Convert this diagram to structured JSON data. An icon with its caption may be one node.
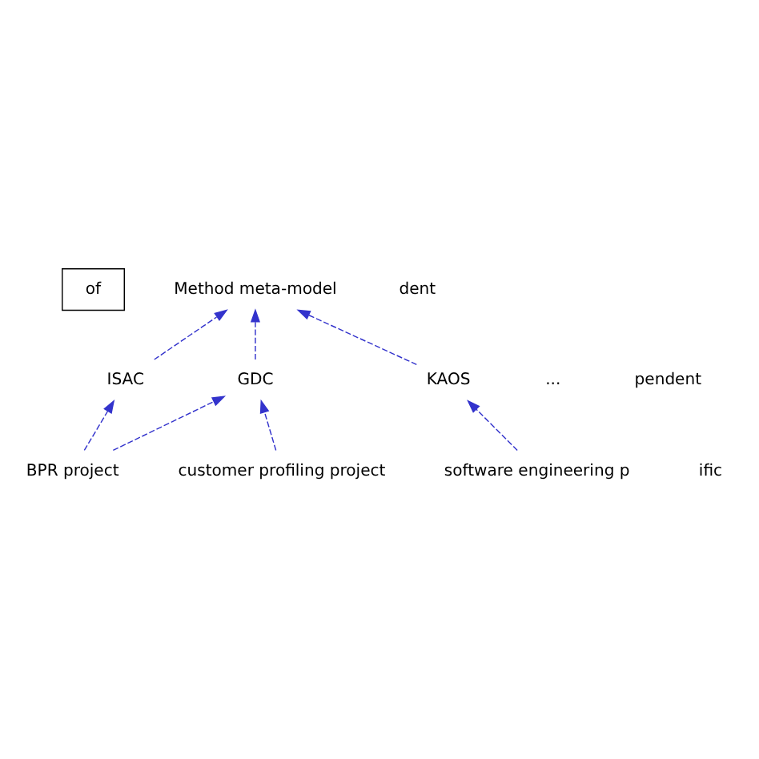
{
  "diagram": {
    "nodes": [
      {
        "text": [
          "of"
        ]
      },
      {
        "text": [
          "Method meta-model"
        ]
      },
      {
        "text": [
          "ISAC"
        ]
      },
      {
        "text": [
          "GDC"
        ]
      },
      {
        "text": [
          "KAOS"
        ]
      },
      {
        "text": [
          "BPR project"
        ]
      },
      {
        "text": [
          "customer profiling project"
        ]
      },
      {
        "text": [
          "software engineering p"
        ]
      }
    ],
    "edges": [
      {
        "from": 2,
        "to": 1,
        "arrow": "to",
        "style": "dashed"
      },
      {
        "from": 3,
        "to": 1,
        "arrow": "to",
        "style": "dashed"
      },
      {
        "from": 4,
        "to": 1,
        "arrow": "to",
        "style": "dashed"
      },
      {
        "from": 5,
        "to": 2,
        "arrow": "to",
        "style": "dashed"
      },
      {
        "from": 5,
        "to": 3,
        "arrow": "to",
        "style": "dashed"
      },
      {
        "from": 6,
        "to": 3,
        "arrow": "to",
        "style": "dashed"
      },
      {
        "from": 7,
        "to": 4,
        "arrow": "to",
        "style": "dashed"
      }
    ],
    "labels": [
      "dent",
      "...",
      "pendent",
      "ific"
    ]
  }
}
